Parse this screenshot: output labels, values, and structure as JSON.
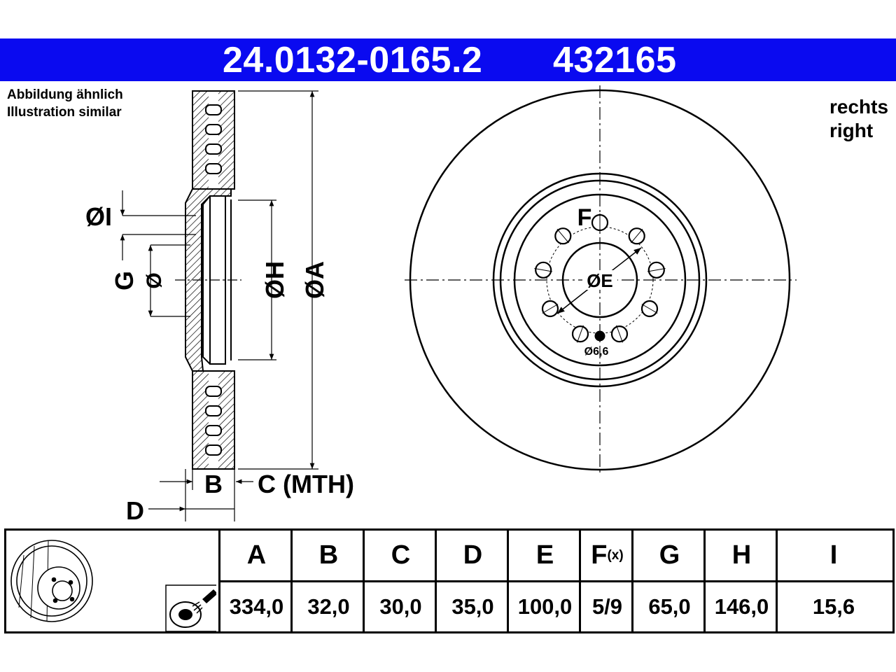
{
  "header": {
    "part_number": "24.0132-0165.2",
    "article_number": "432165",
    "bar_color": "#0a0af0"
  },
  "notes": {
    "illustration_de": "Abbildung ähnlich",
    "illustration_en": "Illustration similar",
    "side_de": "rechts",
    "side_en": "right"
  },
  "drawing_labels": {
    "dia_i": "ØI",
    "g": "G",
    "dia_g": "Ø",
    "dia_h": "ØH",
    "dia_a": "ØA",
    "b": "B",
    "c_mth": "C (MTH)",
    "d": "D",
    "f": "F",
    "dia_e": "ØE",
    "hole_dia": "Ø6,6"
  },
  "spec_table": {
    "columns": [
      {
        "key": "A",
        "label": "A",
        "value": "334,0"
      },
      {
        "key": "B",
        "label": "B",
        "value": "32,0"
      },
      {
        "key": "C",
        "label": "C",
        "value": "30,0"
      },
      {
        "key": "D",
        "label": "D",
        "value": "35,0"
      },
      {
        "key": "E",
        "label": "E",
        "value": "100,0"
      },
      {
        "key": "F",
        "label": "F",
        "label_suffix": "(x)",
        "value": "5/9"
      },
      {
        "key": "G",
        "label": "G",
        "value": "65,0"
      },
      {
        "key": "H",
        "label": "H",
        "value": "146,0"
      },
      {
        "key": "I",
        "label": "I",
        "value": "15,6"
      }
    ]
  }
}
